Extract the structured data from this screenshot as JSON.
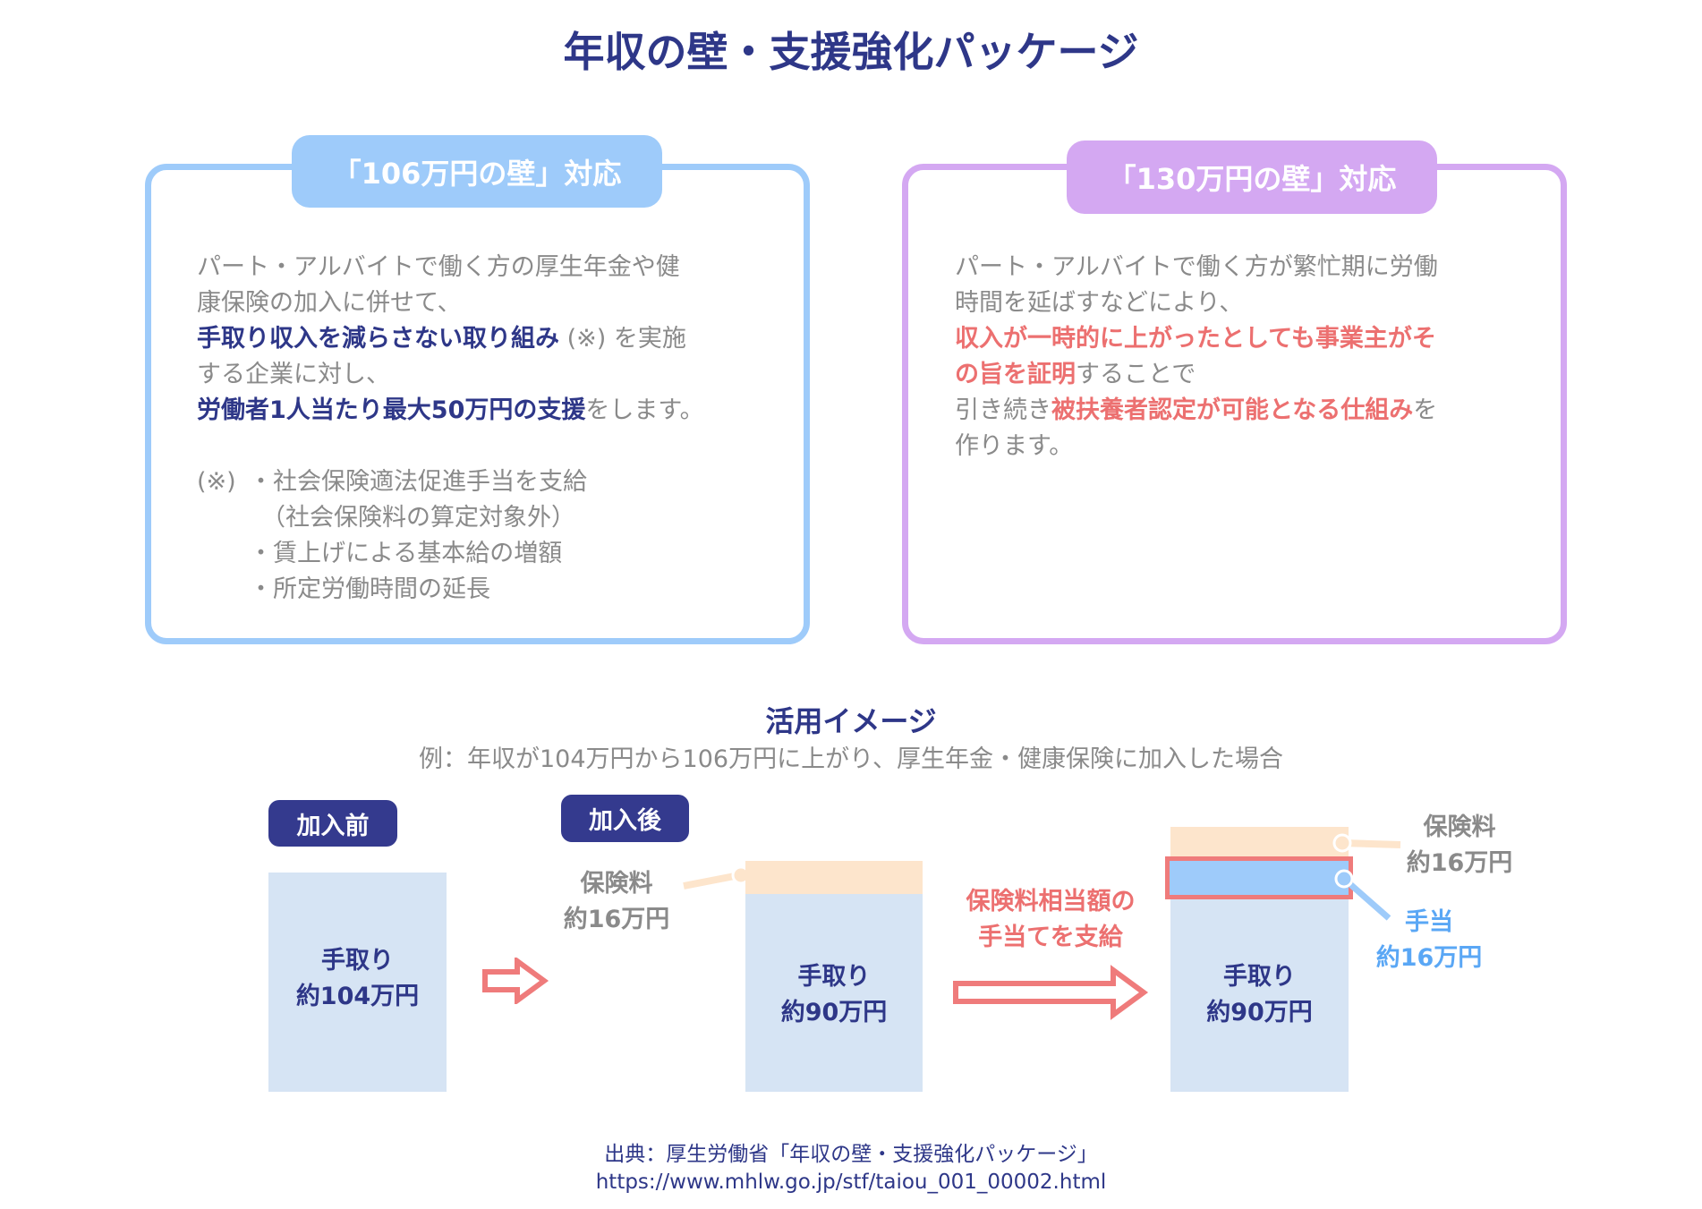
{
  "title": "年収の壁・支援強化パッケージ",
  "left_panel": {
    "tab": "「106万円の壁」対応",
    "line1": "パート・アルバイトで働く方の厚生年金や健",
    "line2": "康保険の加入に併せて、",
    "line3_bold": "手取り収入を減らさない取り組み",
    "line3_rest": " (※) を実施",
    "line4": "する企業に対し、",
    "line5_bold": "労働者1人当たり最大50万円の支援",
    "line5_rest": "をします。",
    "note_mark": "(※)",
    "notes": [
      "・社会保険適法促進手当を支給",
      "（社会保険料の算定対象外）",
      "・賃上げによる基本給の増額",
      "・所定労働時間の延長"
    ]
  },
  "right_panel": {
    "tab": "「130万円の壁」対応",
    "line1": "パート・アルバイトで働く方が繁忙期に労働",
    "line2": "時間を延ばすなどにより、",
    "line3_bold": "収入が一時的に上がったとしても事業主がそ",
    "line4_bold": "の旨を証明",
    "line4_rest": "することで",
    "line5_pre": "引き続き",
    "line5_bold": "被扶養者認定が可能となる仕組み",
    "line5_rest": "を",
    "line6": "作ります。"
  },
  "image_section": {
    "heading": "活用イメージ",
    "subtitle": "例：年収が104万円から106万円に上がり、厚生年金・健康保険に加入した場合",
    "before_badge": "加入前",
    "after_badge": "加入後",
    "bar1": {
      "line1": "手取り",
      "line2": "約104万円"
    },
    "bar2": {
      "line1": "手取り",
      "line2": "約90万円"
    },
    "bar3": {
      "line1": "手取り",
      "line2": "約90万円"
    },
    "premium_label": {
      "line1": "保険料",
      "line2": "約16万円"
    },
    "premium_label2": {
      "line1": "保険料",
      "line2": "約16万円"
    },
    "allowance_label": {
      "line1": "手当",
      "line2": "約16万円"
    },
    "payment_note": {
      "line1": "保険料相当額の",
      "line2": "手当てを支給"
    }
  },
  "source": {
    "line1": "出典：厚生労働省「年収の壁・支援強化パッケージ」",
    "url": "https://www.mhlw.go.jp/stf/taiou_001_00002.html"
  },
  "colors": {
    "navy": "#2e3788",
    "left_accent": "#9ecbfa",
    "right_accent": "#d4a8f2",
    "red": "#ec7070",
    "peach": "#fde5cc",
    "bar": "#d6e4f4"
  }
}
